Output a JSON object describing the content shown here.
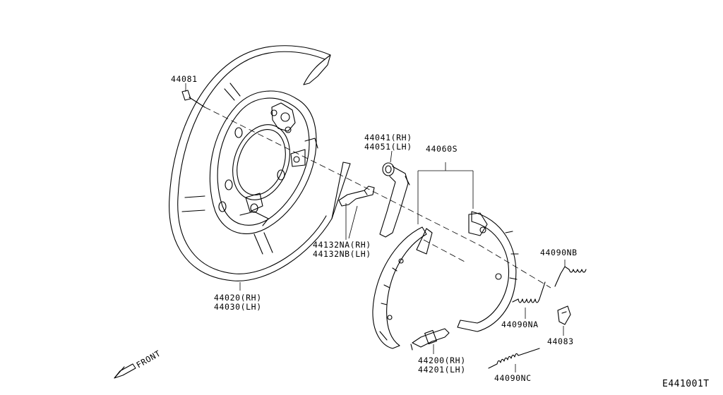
{
  "labels": {
    "bolt": "44081",
    "lever_rh": "44041(RH)",
    "lever_lh": "44051(LH)",
    "shoe_set": "44060S",
    "strut_rh": "44132NA(RH)",
    "strut_lh": "44132NB(LH)",
    "spring_nb": "44090NB",
    "spring_na": "44090NA",
    "clip": "44083",
    "plate_rh": "44020(RH)",
    "plate_lh": "44030(LH)",
    "adjuster_rh": "44200(RH)",
    "adjuster_lh": "44201(LH)",
    "spring_nc": "44090NC",
    "front": "FRONT",
    "diagram_code": "E441001T"
  }
}
